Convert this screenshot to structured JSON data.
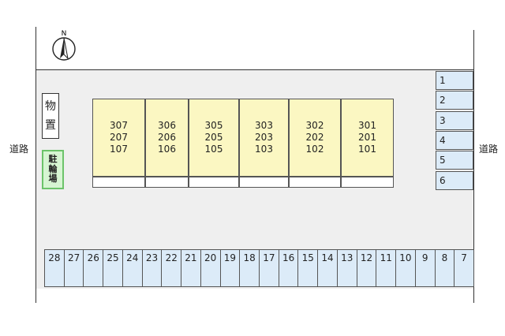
{
  "road_left": "道路",
  "road_right": "道路",
  "compass": {
    "label": "N",
    "icon": "north-arrow-icon"
  },
  "storage": {
    "chars": [
      "物",
      "置"
    ]
  },
  "bike_parking": {
    "chars": [
      "駐",
      "輪",
      "場"
    ]
  },
  "building": {
    "columns": [
      [
        "307",
        "207",
        "107"
      ],
      [
        "306",
        "206",
        "106"
      ],
      [
        "305",
        "205",
        "105"
      ],
      [
        "303",
        "203",
        "103"
      ],
      [
        "302",
        "202",
        "102"
      ],
      [
        "301",
        "201",
        "101"
      ]
    ]
  },
  "right_spaces": [
    "1",
    "2",
    "3",
    "4",
    "5",
    "6"
  ],
  "bottom_spaces": [
    "28",
    "27",
    "26",
    "25",
    "24",
    "23",
    "22",
    "21",
    "20",
    "19",
    "18",
    "17",
    "16",
    "15",
    "14",
    "13",
    "12",
    "11",
    "10",
    "9",
    "8",
    "7"
  ],
  "colors": {
    "lot": "#efefef",
    "building": "#fbf7c2",
    "parking": "#dcebf8",
    "bike": "#d6f5d2"
  }
}
